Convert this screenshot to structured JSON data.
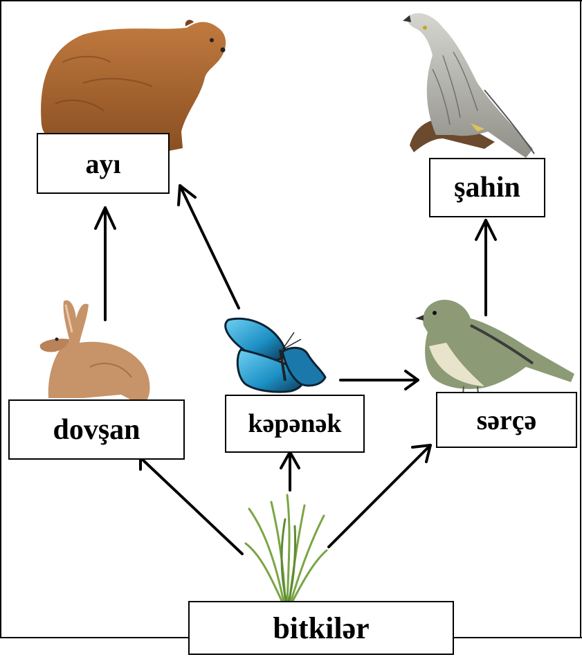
{
  "nodes": {
    "bear": "ayı",
    "hawk": "şahin",
    "rabbit": "dovşan",
    "butterfly": "kəpənək",
    "sparrow": "sərçə",
    "plants": "bitkilər"
  },
  "colors": {
    "bear_fur": "#a8632e",
    "rabbit_fur": "#c79368",
    "butterfly_wing": "#2fa8d8",
    "sparrow_body": "#8c9a76",
    "hawk_feathers": "#b8b8b0",
    "grass": "#7aa545",
    "line": "#000000"
  },
  "edges": [
    {
      "from": "rabbit",
      "to": "bear"
    },
    {
      "from": "butterfly",
      "to": "bear"
    },
    {
      "from": "butterfly",
      "to": "sparrow"
    },
    {
      "from": "sparrow",
      "to": "hawk"
    },
    {
      "from": "plants",
      "to": "rabbit"
    },
    {
      "from": "plants",
      "to": "butterfly"
    },
    {
      "from": "plants",
      "to": "sparrow"
    }
  ]
}
